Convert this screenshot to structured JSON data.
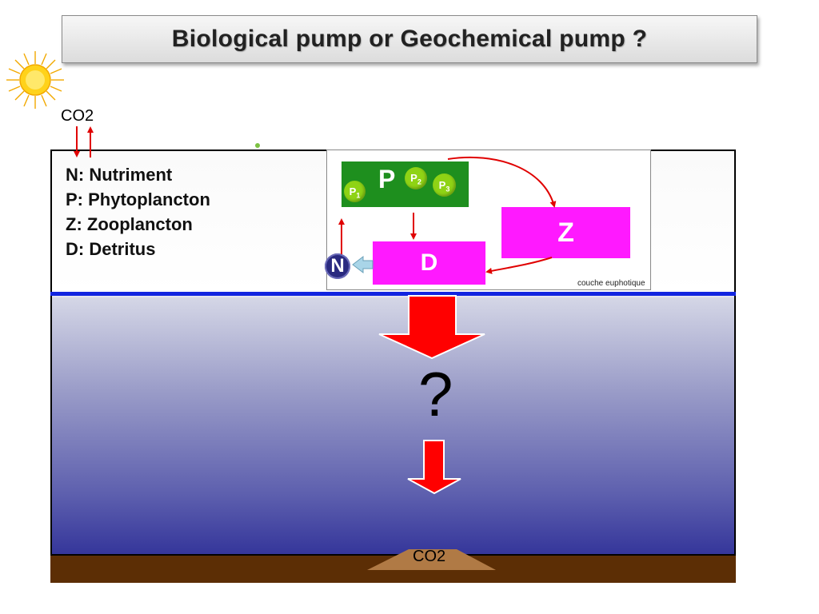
{
  "title": "Biological pump or Geochemical pump ?",
  "co2_top": "CO2",
  "co2_bottom": "CO2",
  "legend": [
    "N: Nutriment",
    "P: Phytoplancton",
    "Z: Zooplancton",
    "D: Detritus"
  ],
  "boxes": {
    "p": "P",
    "z": "Z",
    "d": "D",
    "n": "N",
    "p1": "P",
    "p1_sub": "1",
    "p2": "P",
    "p2_sub": "2",
    "p3": "P",
    "p3_sub": "3"
  },
  "inset_caption": "couche euphotique",
  "question_mark": "?",
  "icons": {
    "sun": "sun-icon"
  },
  "colors": {
    "surface_line": "#1124e0",
    "arrow_red": "#ff0000",
    "box_magenta": "#ff19ff",
    "box_green": "#1e8f1e",
    "seafloor": "#5c2e05",
    "sediment_mound": "#b07a45"
  }
}
